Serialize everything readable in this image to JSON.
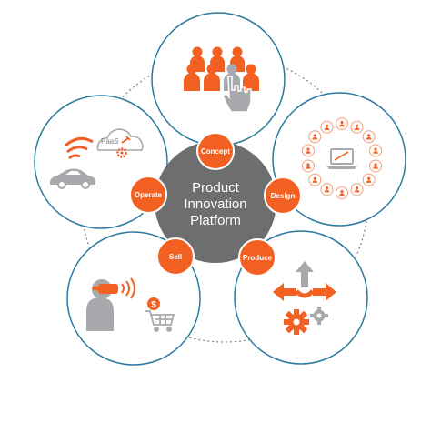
{
  "hub": {
    "lines": [
      "Product",
      "Innovation",
      "Platform"
    ]
  },
  "stages": [
    {
      "id": "concept",
      "label": "Concept"
    },
    {
      "id": "design",
      "label": "Design"
    },
    {
      "id": "produce",
      "label": "Produce"
    },
    {
      "id": "sell",
      "label": "Sell"
    },
    {
      "id": "operate",
      "label": "Operate"
    }
  ],
  "operate_panel": {
    "paas_label": "PaaS"
  },
  "colors": {
    "accent": "#f26122",
    "hub": "#6d6e70",
    "ring": "#2a7aa0",
    "icon_gray": "#a7a9ac",
    "dotted": "#808285"
  }
}
